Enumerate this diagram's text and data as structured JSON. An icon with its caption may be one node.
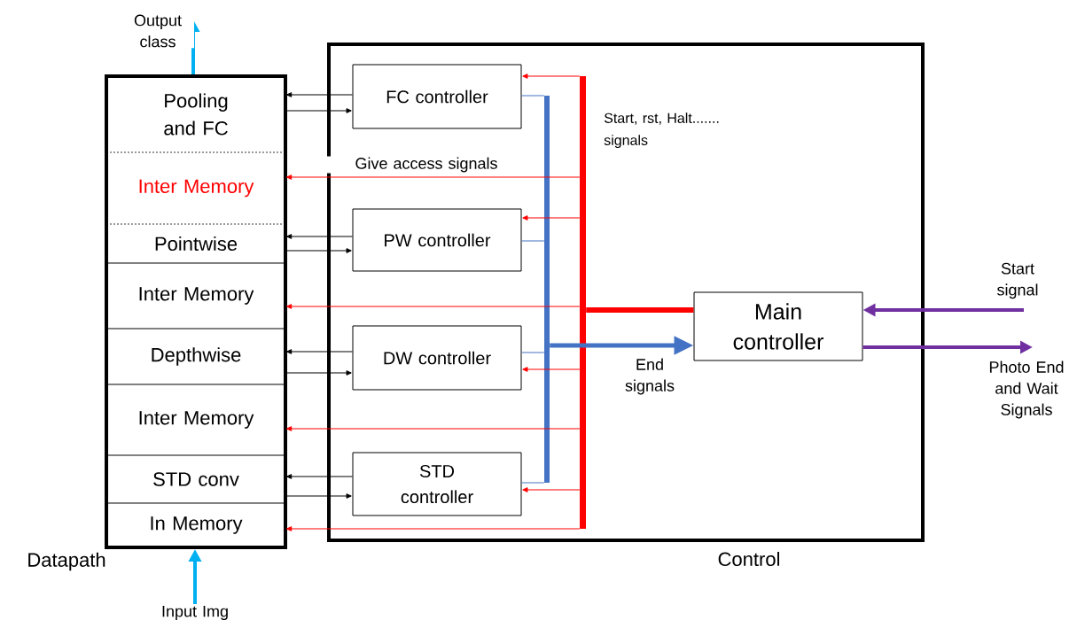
{
  "diagram": {
    "nodes": [
      {
        "text": [
          "Datapath"
        ]
      },
      {
        "text": [
          "Pooling and FC"
        ],
        "in": 0
      },
      {
        "text": [
          "Inter Memory"
        ],
        "in": 0
      },
      {
        "text": [
          "Pointwise"
        ],
        "in": 0
      },
      {
        "text": [
          "Inter Memory"
        ],
        "in": 0
      },
      {
        "text": [
          "Depthwise"
        ],
        "in": 0
      },
      {
        "text": [
          "Inter Memory"
        ],
        "in": 0
      },
      {
        "text": [
          "STD conv"
        ],
        "in": 0
      },
      {
        "text": [
          "In Memory"
        ],
        "in": 0
      },
      {
        "text": [
          "Control"
        ]
      },
      {
        "text": [
          "FC controller"
        ],
        "in": 9
      },
      {
        "text": [
          "PW controller"
        ],
        "in": 9
      },
      {
        "text": [
          "DW controller"
        ],
        "in": 9
      },
      {
        "text": [
          "STD controller"
        ],
        "in": 9
      },
      {
        "text": [
          "Main controller"
        ],
        "in": 9
      },
      {
        "text": [],
        "shape": "bar",
        "in": 9
      },
      {
        "text": [],
        "shape": "bar",
        "in": 9
      }
    ],
    "edges": [
      {
        "from": 0,
        "to": null,
        "arrow": "to",
        "label": "Output class",
        "style": "thick",
        "color": "#00b0f0"
      },
      {
        "from": null,
        "to": 0,
        "arrow": "to",
        "label": "Input Img",
        "style": "thick",
        "color": "#00b0f0"
      },
      {
        "from": 10,
        "to": 1,
        "arrow": "to",
        "color": "#000000"
      },
      {
        "from": 1,
        "to": 10,
        "arrow": "to",
        "color": "#000000"
      },
      {
        "from": 11,
        "to": 3,
        "arrow": "to",
        "color": "#000000"
      },
      {
        "from": 3,
        "to": 11,
        "arrow": "to",
        "color": "#000000"
      },
      {
        "from": 12,
        "to": 5,
        "arrow": "to",
        "color": "#000000"
      },
      {
        "from": 5,
        "to": 12,
        "arrow": "to",
        "color": "#000000"
      },
      {
        "from": 13,
        "to": 7,
        "arrow": "to",
        "color": "#000000"
      },
      {
        "from": 7,
        "to": 13,
        "arrow": "to",
        "color": "#000000"
      },
      {
        "from": 16,
        "to": 10,
        "arrow": "to",
        "color": "#ff0000"
      },
      {
        "from": 16,
        "to": 11,
        "arrow": "to",
        "color": "#ff0000"
      },
      {
        "from": 16,
        "to": 12,
        "arrow": "to",
        "color": "#ff0000"
      },
      {
        "from": 16,
        "to": 13,
        "arrow": "to",
        "color": "#ff0000"
      },
      {
        "from": 16,
        "to": 2,
        "arrow": "to",
        "label": "Give access signals",
        "color": "#ff0000"
      },
      {
        "from": 16,
        "to": 4,
        "arrow": "to",
        "color": "#ff0000"
      },
      {
        "from": 16,
        "to": 6,
        "arrow": "to",
        "color": "#ff0000"
      },
      {
        "from": 16,
        "to": 8,
        "arrow": "to",
        "color": "#ff0000"
      },
      {
        "from": 14,
        "to": 16,
        "arrow": "none",
        "style": "thick",
        "color": "#ff0000"
      },
      {
        "from": 10,
        "to": 15,
        "arrow": "none",
        "color": "#4472c4"
      },
      {
        "from": 11,
        "to": 15,
        "arrow": "none",
        "color": "#4472c4"
      },
      {
        "from": 12,
        "to": 15,
        "arrow": "none",
        "color": "#4472c4"
      },
      {
        "from": 13,
        "to": 15,
        "arrow": "none",
        "color": "#4472c4"
      },
      {
        "from": 15,
        "to": 14,
        "arrow": "to",
        "label": "End signals",
        "style": "thick",
        "color": "#4472c4"
      },
      {
        "from": null,
        "to": 14,
        "arrow": "to",
        "label": "Start signal",
        "style": "thick",
        "color": "#7030a0"
      },
      {
        "from": 14,
        "to": null,
        "arrow": "to",
        "label": "Photo End and Wait Signals",
        "style": "thick",
        "color": "#7030a0"
      }
    ],
    "labels": [
      "Start, rst, Halt....... signals"
    ]
  }
}
